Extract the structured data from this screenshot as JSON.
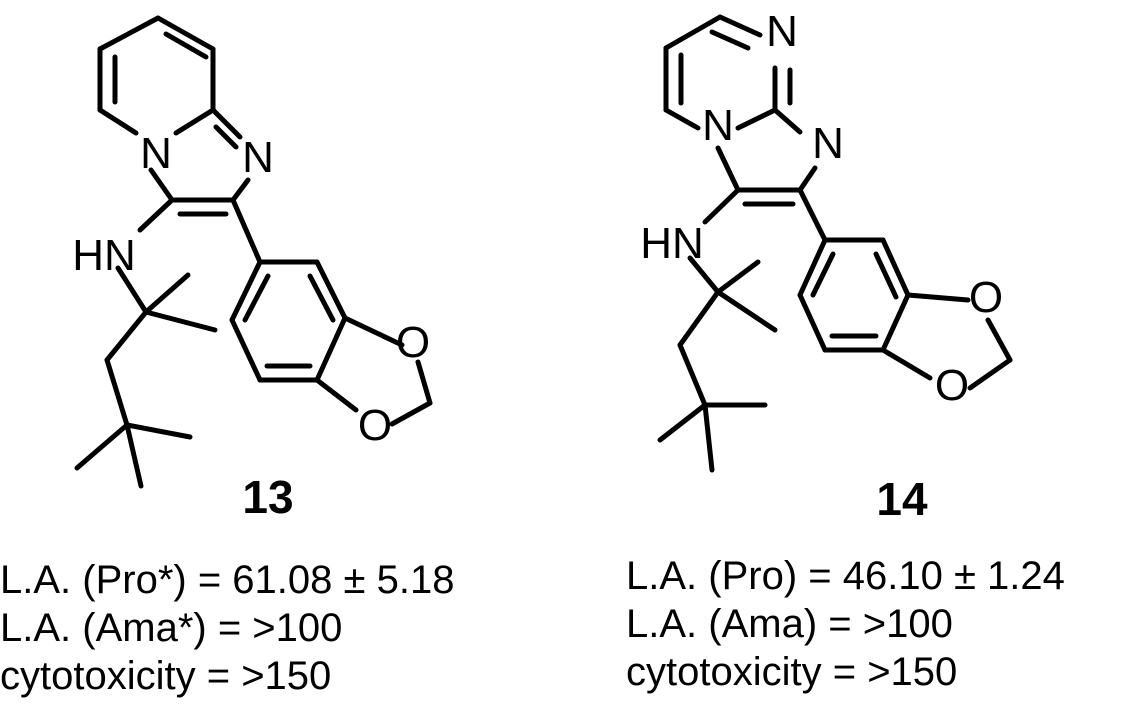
{
  "compound13": {
    "number": "13",
    "atoms": {
      "n_ring": "N",
      "n_imid": "N",
      "hn": "HN",
      "o_top": "O",
      "o_bottom": "O"
    },
    "lines": [
      "L.A. (Pro*) = 61.08 ± 5.18",
      "L.A. (Ama*) = >100",
      "cytotoxicity = >150"
    ]
  },
  "compound14": {
    "number": "14",
    "atoms": {
      "n_top": "N",
      "n_ring": "N",
      "n_imid": "N",
      "hn": "HN",
      "o_top": "O",
      "o_bottom": "O"
    },
    "lines": [
      "L.A. (Pro) = 46.10 ± 1.24",
      "L.A. (Ama) = >100",
      "cytotoxicity = >150"
    ]
  }
}
